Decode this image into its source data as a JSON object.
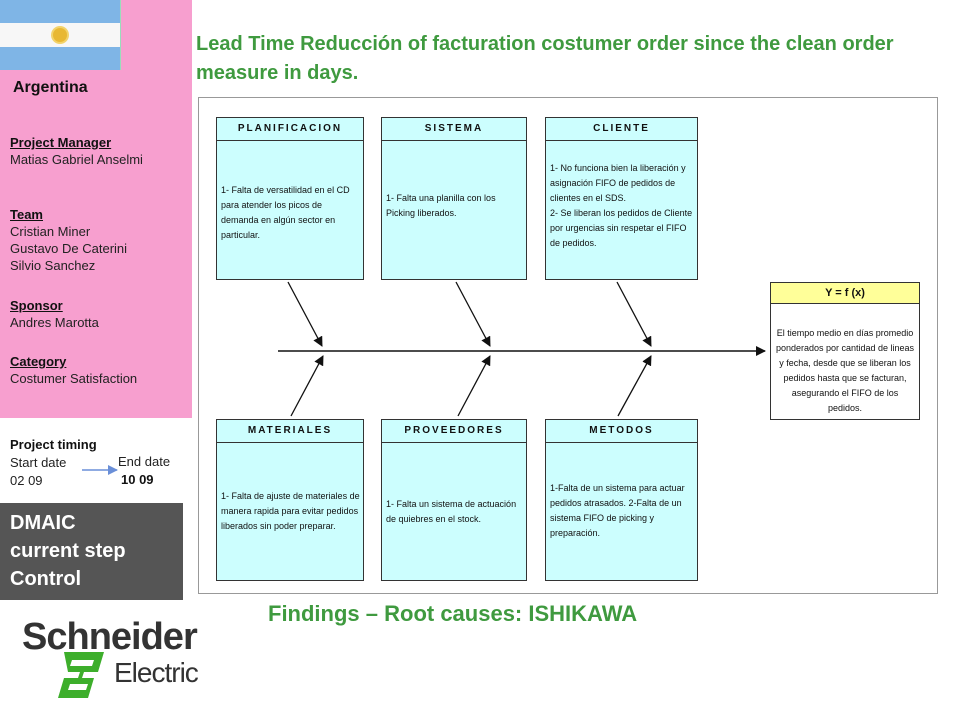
{
  "sidebar": {
    "country": "Argentina",
    "project_manager": {
      "heading": "Project Manager",
      "name": "Matias Gabriel Anselmi"
    },
    "team": {
      "heading": "Team",
      "members": [
        "Cristian Miner",
        "Gustavo De Caterini",
        "Silvio Sanchez"
      ]
    },
    "sponsor": {
      "heading": "Sponsor",
      "name": "Andres Marotta"
    },
    "category": {
      "heading": "Category",
      "name": "Costumer Satisfaction"
    },
    "timing": {
      "heading": "Project timing",
      "start_label": "Start date",
      "start_value": "02 09",
      "end_label": "End date",
      "end_value": "10 09"
    },
    "dmaic": {
      "line1": "DMAIC",
      "line2": "current step",
      "line3": "Control"
    }
  },
  "title": "Lead Time Reducción of  facturation costumer order since the clean order measure in days.",
  "diagram": {
    "causes_top": [
      {
        "label": "PLANIFICACION",
        "text": "1- Falta de versatilidad en el CD para atender los picos de demanda en algún sector en particular."
      },
      {
        "label": "SISTEMA",
        "text": "1- Falta una planilla con los Picking liberados."
      },
      {
        "label": "CLIENTE",
        "text": "1- No funciona bien la liberación y asignación FIFO de pedidos de clientes en el SDS.\n2- Se liberan los pedidos de Cliente por urgencias sin respetar el FIFO de pedidos."
      }
    ],
    "causes_bottom": [
      {
        "label": "MATERIALES",
        "text": "1- Falta de ajuste de materiales de manera rapida para evitar pedidos liberados sin poder preparar."
      },
      {
        "label": "PROVEEDORES",
        "text": "1- Falta un sistema de actuación de quiebres en el stock."
      },
      {
        "label": "METODOS",
        "text": "1-Falta de un sistema para actuar pedidos atrasados.               2-Falta de un sistema FIFO de picking y preparación."
      }
    ],
    "effect": {
      "label": "Y = f (x)",
      "text": "El tiempo medio en días promedio ponderados por cantidad de lineas y fecha, desde que se liberan los pedidos hasta que se facturan, asegurando el FIFO de los pedidos."
    }
  },
  "footer_caption": "Findings – Root causes: ISHIKAWA",
  "logo": {
    "brand": "Schneider",
    "sub": "Electric",
    "color": "#3dae2b"
  },
  "colors": {
    "sidebar": "#f79fcf",
    "title_green": "#3f9a3f",
    "cause_box": "#ccfefe",
    "effect_header": "#ffff99",
    "dmaic_bg": "#555555"
  }
}
